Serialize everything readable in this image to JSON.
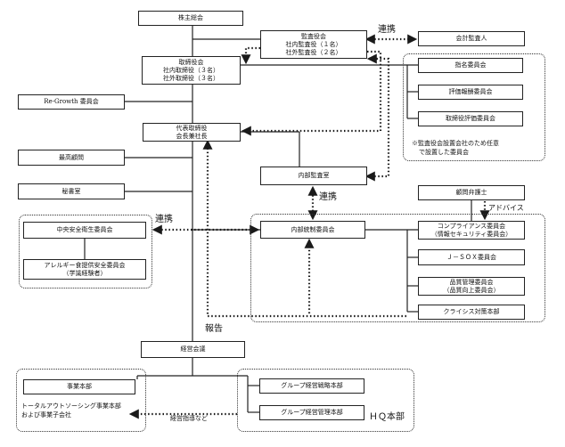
{
  "boxes": {
    "shareholders": [
      "株主総会"
    ],
    "board_of_auditors": [
      "監査役会",
      "社内監査役（１名）",
      "社外監査役（２名）"
    ],
    "accounting_auditor": [
      "会計監査人"
    ],
    "board_of_directors": [
      "取締役会",
      "社内取締役（３名）",
      "社外取締役（３名）"
    ],
    "nomination_committee": [
      "指名委員会"
    ],
    "compensation_committee": [
      "評価報酬委員会"
    ],
    "director_evaluation_committee": [
      "取締役評価委員会"
    ],
    "regrowth_committee": [
      "Re-Growth 委員会"
    ],
    "representative_director": [
      "代表取締役",
      "会長兼社長"
    ],
    "supreme_advisor": [
      "最高顧問"
    ],
    "internal_audit_office": [
      "内部監査室"
    ],
    "secretariat": [
      "秘書室"
    ],
    "advisory_lawyer": [
      "顧問弁護士"
    ],
    "central_safety_hygiene_committee": [
      "中央安全衛生委員会"
    ],
    "allergy_committee": [
      "アレルギー食提供安全委員会",
      "（学識経験者）"
    ],
    "internal_control_committee": [
      "内部統制委員会"
    ],
    "compliance_committee": [
      "コンプライアンス委員会",
      "（情報セキュリティ委員会）"
    ],
    "jsox_committee": [
      "Ｊ－ＳＯＸ委員会"
    ],
    "quality_management_committee": [
      "品質管理委員会",
      "（品質向上委員会）"
    ],
    "crisis_headquarters": [
      "クライシス対策本部"
    ],
    "management_meeting": [
      "経営会議"
    ],
    "business_headquarters": [
      "事業本部"
    ],
    "group_strategy_hq": [
      "グループ経営戦略本部"
    ],
    "group_management_hq": [
      "グループ経営管理本部"
    ]
  },
  "labels": {
    "coop_audit": "連携",
    "coop_internal": "連携",
    "coop_safety": "連携",
    "advice": "アドバイス",
    "report": "報告",
    "committee_note_1": "※監査役会設置会社のため任意",
    "committee_note_2": "で設置した委員会",
    "business_note_1": "トータルアウトソーシング事業本部",
    "business_note_2": "および事業子会社",
    "management_guidance": "経営指導など",
    "hq": "ＨＱ本部"
  },
  "colors": {
    "line": "#222222",
    "dotted_arrow": "#1a1a1a",
    "background": "#ffffff"
  }
}
